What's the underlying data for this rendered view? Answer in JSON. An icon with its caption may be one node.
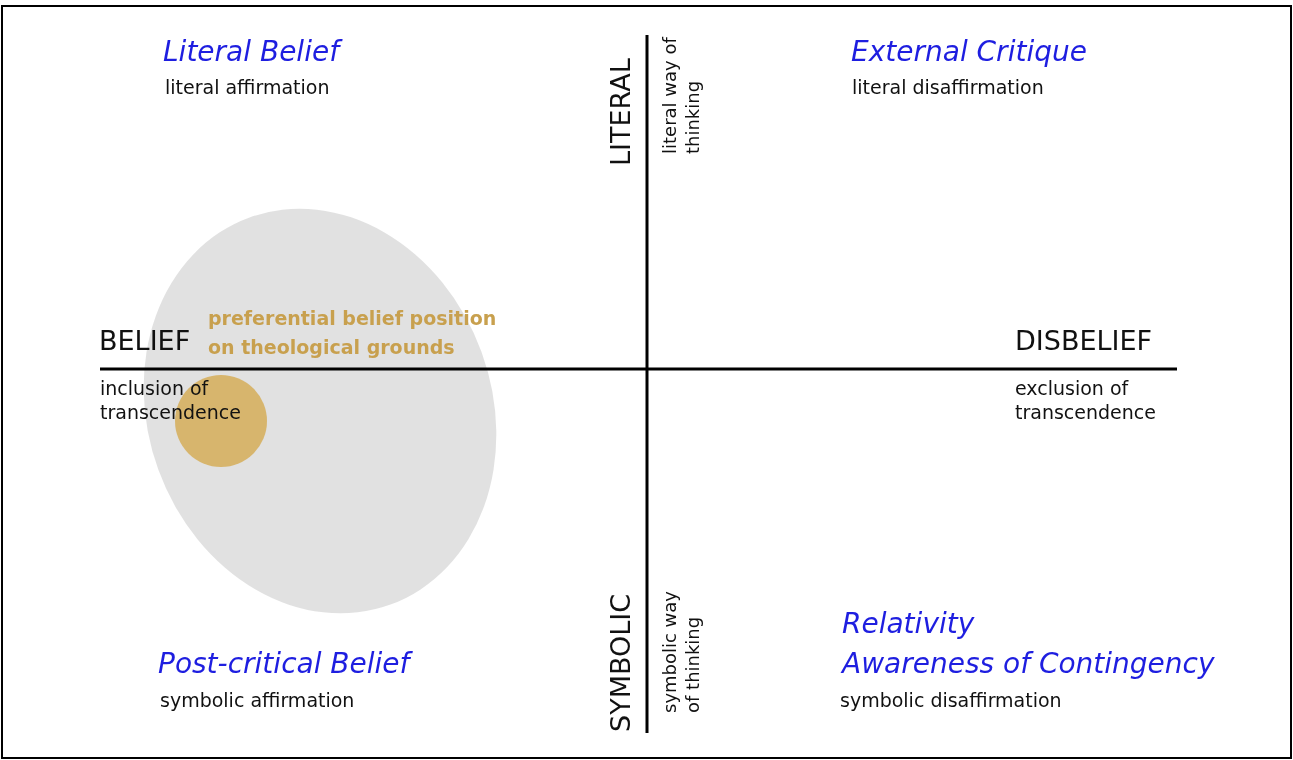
{
  "diagram": {
    "labels": [
      "Literal Belief",
      "literal affirmation",
      "LITERAL",
      "literal way of thinking",
      "External Critique",
      "literal disaffirmation",
      "BELIEF",
      "preferential belief position on theological grounds",
      "DISBELIEF",
      "inclusion of transcendence",
      "exclusion of transcendence",
      "Post-critical Belief",
      "symbolic affirmation",
      "SYMBOLIC",
      "symbolic way of thinking",
      "Relativity",
      "Awareness of Contingency",
      "symbolic disaffirmation"
    ]
  }
}
